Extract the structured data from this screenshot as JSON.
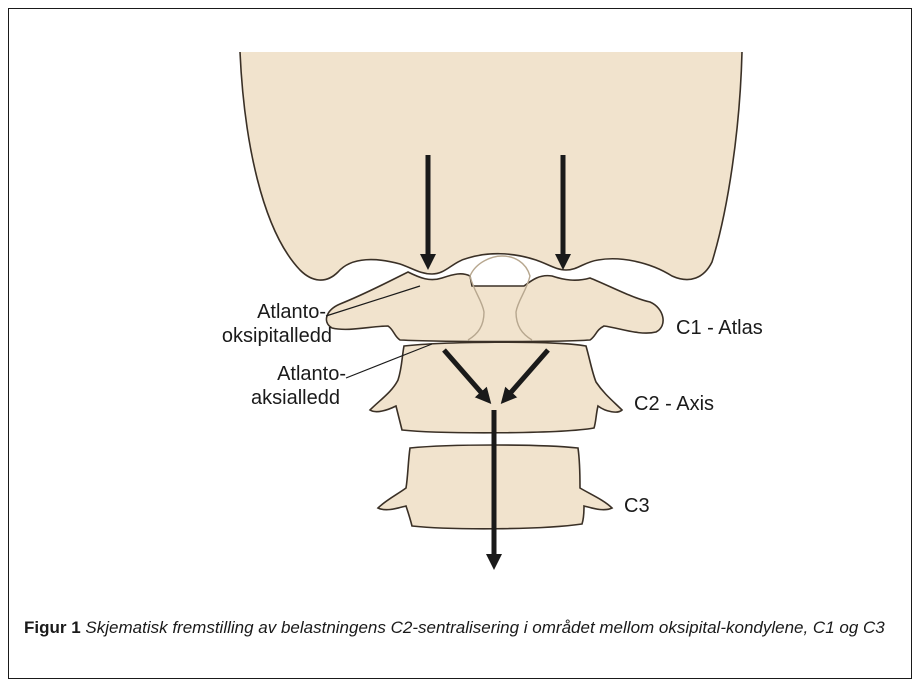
{
  "labels": {
    "atlanto_oksipital_line1": "Atlanto-",
    "atlanto_oksipital_line2": "oksipitalledd",
    "atlanto_aksial_line1": "Atlanto-",
    "atlanto_aksial_line2": "aksialledd",
    "c1": "C1 - Atlas",
    "c2": "C2 - Axis",
    "c3": "C3"
  },
  "caption": {
    "figure_label": "Figur 1",
    "text": "Skjematisk fremstilling av belastningens C2-sentralisering i området mellom oksipital-kondylene, C1 og C3"
  },
  "colors": {
    "bone_fill": "#f1e3cd",
    "bone_stroke": "#3a3026",
    "arrow": "#1a1a1a"
  }
}
